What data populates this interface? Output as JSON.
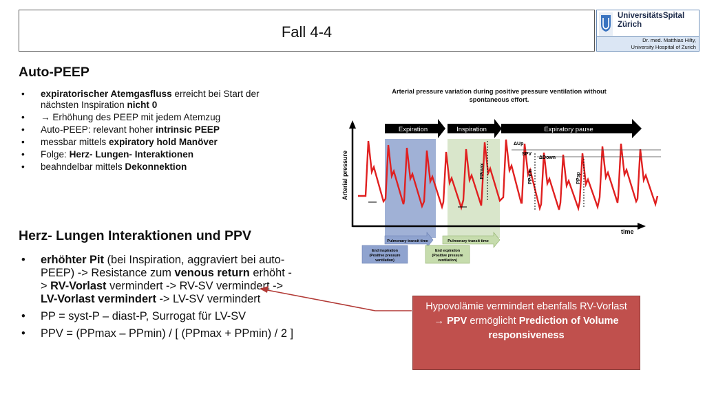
{
  "header": {
    "title": "Fall 4-4",
    "logo_name_line1": "UniversitätsSpital",
    "logo_name_line2": "Zürich",
    "footer_line1": "Dr. med. Matthias Hilty,",
    "footer_line2": "University Hospital of Zurich"
  },
  "section1": {
    "heading": "Auto-PEEP",
    "items": [
      [
        [
          "expiratorischer Atemgasfluss",
          true
        ],
        [
          " erreicht bei Start der nächsten Inspiration ",
          false
        ],
        [
          "nicht 0",
          true
        ]
      ],
      [
        [
          "→ Erhöhung des PEEP mit jedem Atemzug",
          false
        ]
      ],
      [
        [
          "Auto-PEEP: relevant hoher ",
          false
        ],
        [
          "intrinsic PEEP",
          true
        ]
      ],
      [
        [
          "messbar mittels ",
          false
        ],
        [
          "expiratory hold Manöver",
          true
        ]
      ],
      [
        [
          "Folge: ",
          false
        ],
        [
          "Herz- Lungen- Interaktionen",
          true
        ]
      ],
      [
        [
          "beahndelbar mittels ",
          false
        ],
        [
          "Dekonnektion",
          true
        ]
      ]
    ]
  },
  "section2": {
    "heading": "Herz- Lungen Interaktionen und PPV",
    "items": [
      [
        [
          "erhöhter Pit",
          true
        ],
        [
          " (bei Inspiration, aggraviert bei auto-PEEP) -> Resistance zum ",
          false
        ],
        [
          "venous return",
          true
        ],
        [
          " erhöht -> ",
          false
        ],
        [
          "RV-Vorlast",
          true
        ],
        [
          " vermindert -> RV-SV vermindert -> ",
          false
        ],
        [
          "LV-Vorlast vermindert",
          true
        ],
        [
          " -> LV-SV vermindert",
          false
        ]
      ],
      [
        [
          "PP = syst-P – diast-P, Surrogat für LV-SV",
          false
        ]
      ],
      [
        [
          "PPV = (PPmax – PPmin) / [ (PPmax + PPmin) / 2 ]",
          false
        ]
      ]
    ]
  },
  "figure": {
    "title_line1": "Arterial pressure variation during positive pressure ventilation without",
    "title_line2": "spontaneous effort.",
    "ylabel": "Arterial pressure",
    "xlabel": "time",
    "phase_expiration": "Expiration",
    "phase_inspiration": "Inspiration",
    "phase_pause": "Expiratory pause",
    "transit1": "Pulmonary transit time",
    "transit2": "Pulmonary transit time",
    "end_insp": [
      "End inspiration",
      "(Positive pressure",
      "ventilation)"
    ],
    "end_exp": [
      "End expiration",
      "(Positive pressure",
      "ventilation)"
    ],
    "label_dup": "ΔUp",
    "label_ddown": "ΔDown",
    "label_spv": "SPV",
    "label_ppmax": "PPmax",
    "label_ppmin": "PPmin",
    "label_ppsp": "PPsp",
    "colors": {
      "wave": "#e02020",
      "exp_band": "#8fa3cf",
      "insp_band": "#d5e3c5",
      "arrow": "#000000"
    }
  },
  "callout": {
    "line1": "Hypovolämie vermindert ebenfalls RV-Vorlast",
    "line2_pre": "→ ",
    "line2_bold1": "PPV",
    "line2_mid": " ermöglicht ",
    "line2_bold2": "Prediction of Volume responsiveness",
    "color": "#c0504d"
  }
}
